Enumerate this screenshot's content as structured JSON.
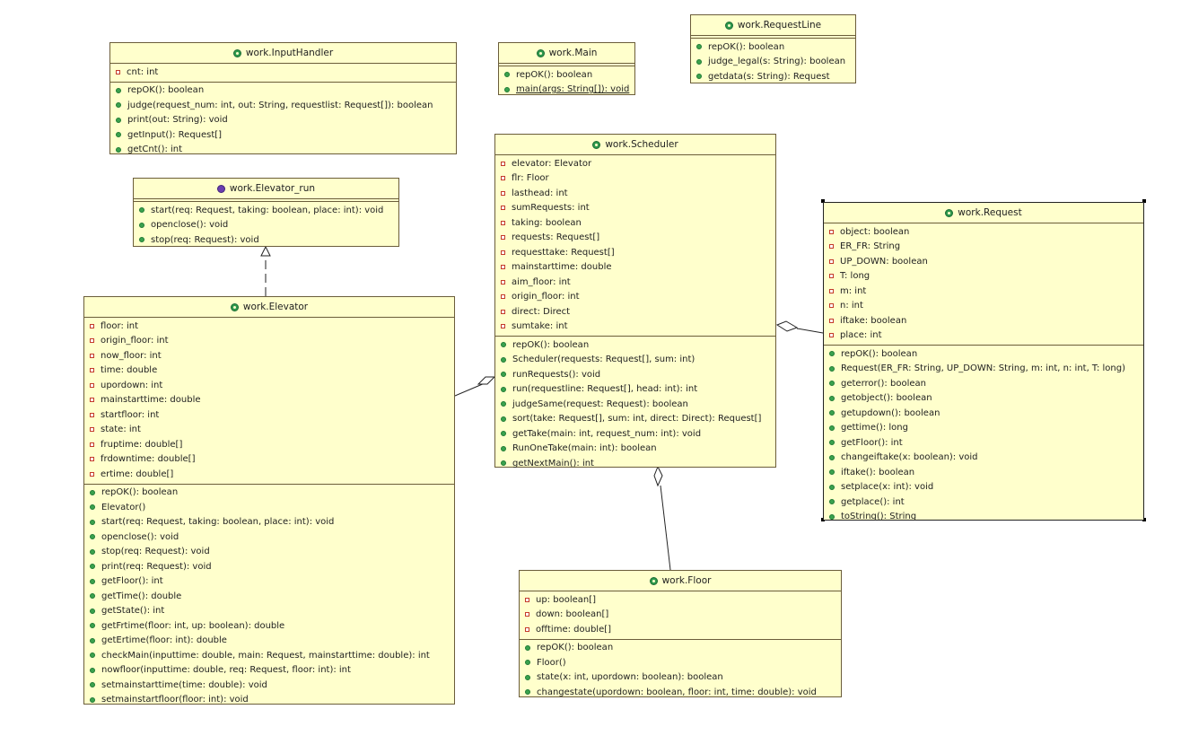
{
  "classes": {
    "input_handler": {
      "name": "work.InputHandler",
      "fields": [
        "cnt: int"
      ],
      "methods": [
        "repOK(): boolean",
        "judge(request_num: int, out: String, requestlist: Request[]): boolean",
        "print(out: String): void",
        "getInput(): Request[]",
        "getCnt(): int"
      ]
    },
    "main": {
      "name": "work.Main",
      "methods": [
        "repOK(): boolean",
        "main(args: String[]): void"
      ]
    },
    "request_line": {
      "name": "work.RequestLine",
      "methods": [
        "repOK(): boolean",
        "judge_legal(s: String): boolean",
        "getdata(s: String): Request"
      ]
    },
    "elevator_run": {
      "name": "work.Elevator_run",
      "methods": [
        "start(req: Request, taking: boolean, place: int): void",
        "openclose(): void",
        "stop(req: Request): void"
      ]
    },
    "scheduler": {
      "name": "work.Scheduler",
      "fields": [
        "elevator: Elevator",
        "flr: Floor",
        "lasthead: int",
        "sumRequests: int",
        "taking: boolean",
        "requests: Request[]",
        "requesttake: Request[]",
        "mainstarttime: double",
        "aim_floor: int",
        "origin_floor: int",
        "direct: Direct",
        "sumtake: int"
      ],
      "methods": [
        "repOK(): boolean",
        "Scheduler(requests: Request[], sum: int)",
        "runRequests(): void",
        "run(requestline: Request[], head: int): int",
        "judgeSame(request: Request): boolean",
        "sort(take: Request[], sum: int, direct: Direct): Request[]",
        "getTake(main: int, request_num: int): void",
        "RunOneTake(main: int): boolean",
        "getNextMain(): int"
      ]
    },
    "request": {
      "name": "work.Request",
      "fields": [
        "object: boolean",
        "ER_FR: String",
        "UP_DOWN: boolean",
        "T: long",
        "m: int",
        "n: int",
        "iftake: boolean",
        "place: int"
      ],
      "methods": [
        "repOK(): boolean",
        "Request(ER_FR: String, UP_DOWN: String, m: int, n: int, T: long)",
        "geterror(): boolean",
        "getobject(): boolean",
        "getupdown(): boolean",
        "gettime(): long",
        "getFloor(): int",
        "changeiftake(x: boolean): void",
        "iftake(): boolean",
        "setplace(x: int): void",
        "getplace(): int",
        "toString(): String"
      ]
    },
    "elevator": {
      "name": "work.Elevator",
      "fields": [
        "floor: int",
        "origin_floor: int",
        "now_floor: int",
        "time: double",
        "upordown: int",
        "mainstarttime: double",
        "startfloor: int",
        "state: int",
        "fruptime: double[]",
        "frdowntime: double[]",
        "ertime: double[]"
      ],
      "methods": [
        "repOK(): boolean",
        "Elevator()",
        "start(req: Request, taking: boolean, place: int): void",
        "openclose(): void",
        "stop(req: Request): void",
        "print(req: Request): void",
        "getFloor(): int",
        "getTime(): double",
        "getState(): int",
        "getFrtime(floor: int, up: boolean): double",
        "getErtime(floor: int): double",
        "checkMain(inputtime: double, main: Request, mainstarttime: double): int",
        "nowfloor(inputtime: double, req: Request, floor: int): int",
        "setmainstarttime(time: double): void",
        "setmainstartfloor(floor: int): void"
      ]
    },
    "floor": {
      "name": "work.Floor",
      "fields": [
        "up: boolean[]",
        "down: boolean[]",
        "offtime: double[]"
      ],
      "methods": [
        "repOK(): boolean",
        "Floor()",
        "state(x: int, upordown: boolean): boolean",
        "changestate(upordown: boolean, floor: int, time: double): void"
      ]
    }
  },
  "colors": {
    "class_fill": "#ffffcc",
    "border": "#6b5d3a",
    "public": "#3aa24e",
    "private": "#c43a2a",
    "interface": "#6b3fb0"
  }
}
